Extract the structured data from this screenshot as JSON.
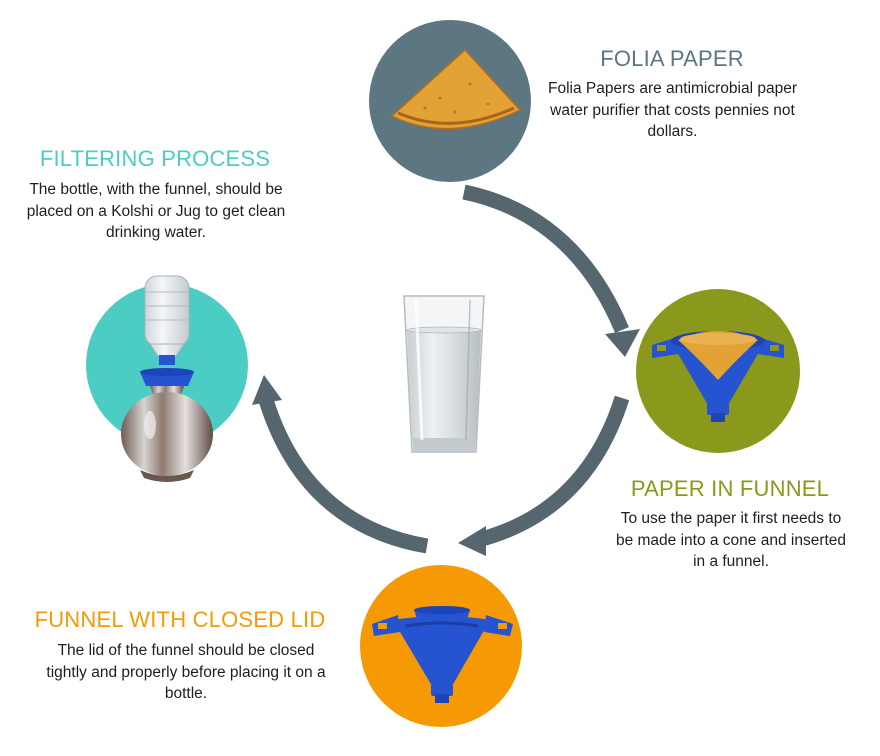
{
  "colors": {
    "folia": "#5c7682",
    "funnel_paper": "#8a981c",
    "closed_lid": "#f59a05",
    "filtering": "#4ccdc4",
    "arrow": "#56666f",
    "funnel_blue": "#2653d0",
    "paper_orange": "#e2a236"
  },
  "steps": {
    "folia_paper": {
      "title": "FOLIA PAPER",
      "description": "Folia Papers are antimicrobial paper water purifier that costs pennies not dollars."
    },
    "paper_in_funnel": {
      "title": "PAPER IN FUNNEL",
      "description": "To use the paper it first needs to be made into a cone and inserted in a funnel."
    },
    "funnel_closed_lid": {
      "title": "FUNNEL WITH CLOSED LID",
      "description": "The lid of the funnel should be closed tightly and properly before placing it on a bottle."
    },
    "filtering_process": {
      "title": "FILTERING PROCESS",
      "description": "The bottle, with the funnel, should be placed on a Kolshi or Jug to get clean drinking water."
    }
  },
  "icons": {
    "folia": "paper-cone-icon",
    "funnel_paper": "funnel-with-paper-icon",
    "closed_lid": "closed-funnel-icon",
    "filtering": "bottle-on-kolshi-icon",
    "center": "water-glass-icon"
  }
}
